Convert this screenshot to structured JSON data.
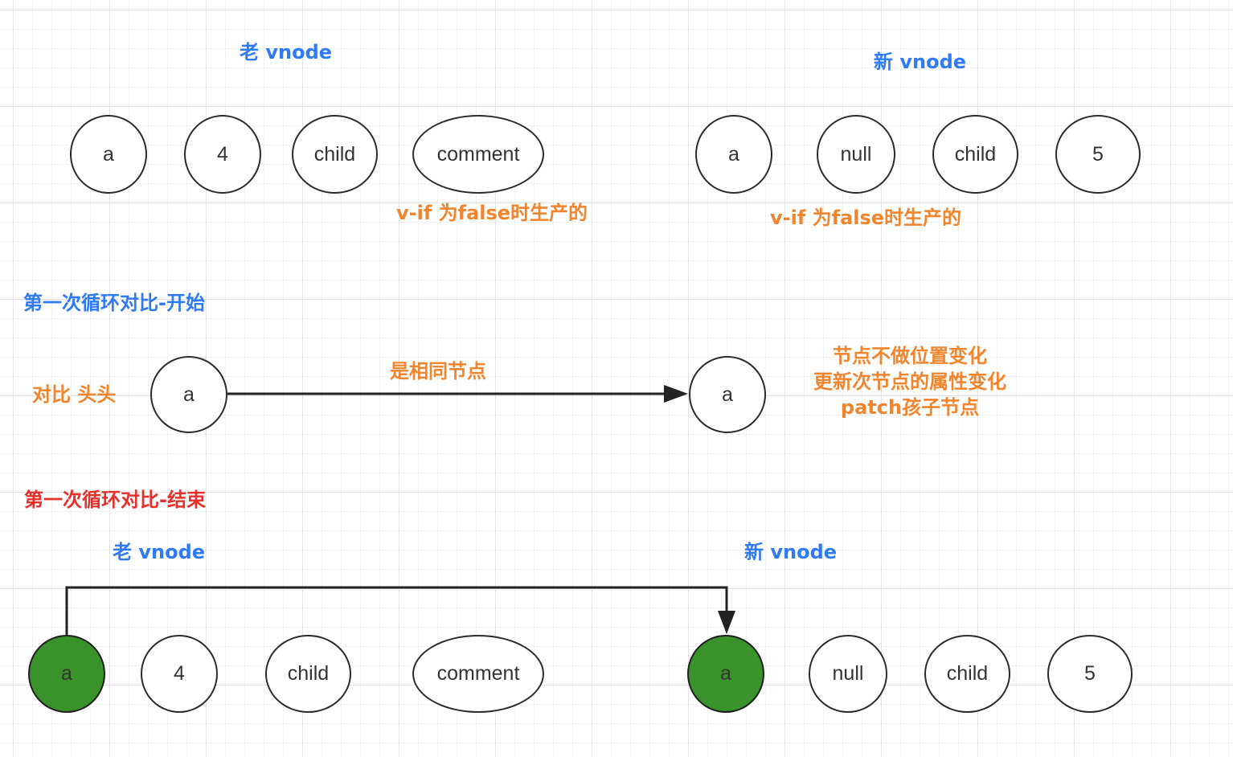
{
  "top": {
    "old_title": "老 vnode",
    "new_title": "新 vnode",
    "old_nodes": [
      "a",
      "4",
      "child",
      "comment"
    ],
    "new_nodes": [
      "a",
      "null",
      "child",
      "5"
    ],
    "old_note": "v-if 为false时生产的",
    "new_note": "v-if 为false时生产的"
  },
  "compare": {
    "start_title": "第一次循环对比-开始",
    "compare_label": "对比 头头",
    "old_node": "a",
    "new_node": "a",
    "edge_label": "是相同节点",
    "notes": [
      "节点不做位置变化",
      "更新次节点的属性变化",
      "patch孩子节点"
    ]
  },
  "bottom": {
    "end_title": "第一次循环对比-结束",
    "old_title": "老 vnode",
    "new_title": "新 vnode",
    "old_nodes": [
      "a",
      "4",
      "child",
      "comment"
    ],
    "new_nodes": [
      "a",
      "null",
      "child",
      "5"
    ]
  },
  "colors": {
    "title_blue": "#2f7bf5",
    "note_orange": "#f0852d",
    "end_red": "#e8302a",
    "matched_green": "#3a922a"
  }
}
